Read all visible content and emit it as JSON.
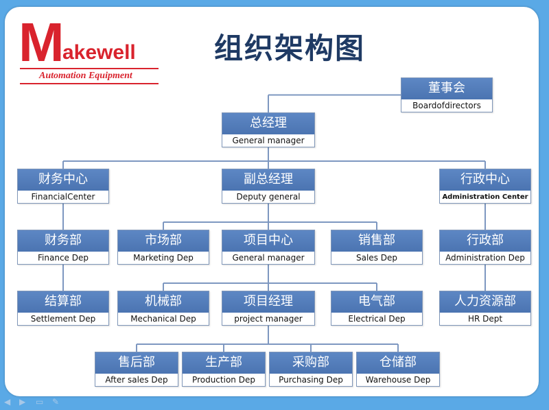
{
  "logo": {
    "initial": "M",
    "rest": "akewell",
    "tagline": "Automation Equipment",
    "color": "#d9232d"
  },
  "title": "组织架构图",
  "colors": {
    "node_fill": "#4f79b6",
    "node_border": "#7f96b8",
    "connector": "#7d97c0",
    "background": "#5aa9e6",
    "title": "#1f3a64"
  },
  "nodes": [
    {
      "id": "board",
      "cn": "董事会",
      "en": "Boardofdirectors"
    },
    {
      "id": "gm",
      "cn": "总经理",
      "en": "General manager"
    },
    {
      "id": "finance-center",
      "cn": "财务中心",
      "en": "FinancialCenter"
    },
    {
      "id": "deputy",
      "cn": "副总经理",
      "en": "Deputy general"
    },
    {
      "id": "admin-center",
      "cn": "行政中心",
      "en": "Administration Center"
    },
    {
      "id": "finance-dep",
      "cn": "财务部",
      "en": "Finance Dep"
    },
    {
      "id": "marketing",
      "cn": "市场部",
      "en": "Marketing Dep"
    },
    {
      "id": "project-center",
      "cn": "项目中心",
      "en": "General manager"
    },
    {
      "id": "sales",
      "cn": "销售部",
      "en": "Sales Dep"
    },
    {
      "id": "admin-dep",
      "cn": "行政部",
      "en": "Administration Dep"
    },
    {
      "id": "settlement",
      "cn": "结算部",
      "en": "Settlement Dep"
    },
    {
      "id": "mechanical",
      "cn": "机械部",
      "en": "Mechanical Dep"
    },
    {
      "id": "project-manager",
      "cn": "项目经理",
      "en": "project manager"
    },
    {
      "id": "electrical",
      "cn": "电气部",
      "en": "Electrical Dep"
    },
    {
      "id": "hr",
      "cn": "人力资源部",
      "en": "HR Dept"
    },
    {
      "id": "after-sales",
      "cn": "售后部",
      "en": "After sales Dep"
    },
    {
      "id": "production",
      "cn": "生产部",
      "en": "Production Dep"
    },
    {
      "id": "purchasing",
      "cn": "采购部",
      "en": "Purchasing Dep"
    },
    {
      "id": "warehouse",
      "cn": "仓储部",
      "en": "Warehouse Dep"
    }
  ],
  "edges": [
    [
      "board",
      "gm"
    ],
    [
      "gm",
      "finance-center"
    ],
    [
      "gm",
      "deputy"
    ],
    [
      "gm",
      "admin-center"
    ],
    [
      "finance-center",
      "finance-dep"
    ],
    [
      "deputy",
      "marketing"
    ],
    [
      "deputy",
      "project-center"
    ],
    [
      "deputy",
      "sales"
    ],
    [
      "admin-center",
      "admin-dep"
    ],
    [
      "finance-dep",
      "settlement"
    ],
    [
      "project-center",
      "mechanical"
    ],
    [
      "project-center",
      "project-manager"
    ],
    [
      "project-center",
      "electrical"
    ],
    [
      "admin-dep",
      "hr"
    ],
    [
      "project-manager",
      "after-sales"
    ],
    [
      "project-manager",
      "production"
    ],
    [
      "project-manager",
      "purchasing"
    ],
    [
      "project-manager",
      "warehouse"
    ]
  ],
  "nav_icons": [
    "arrow-left-icon",
    "arrow-right-icon",
    "slide-icon",
    "pen-icon"
  ]
}
